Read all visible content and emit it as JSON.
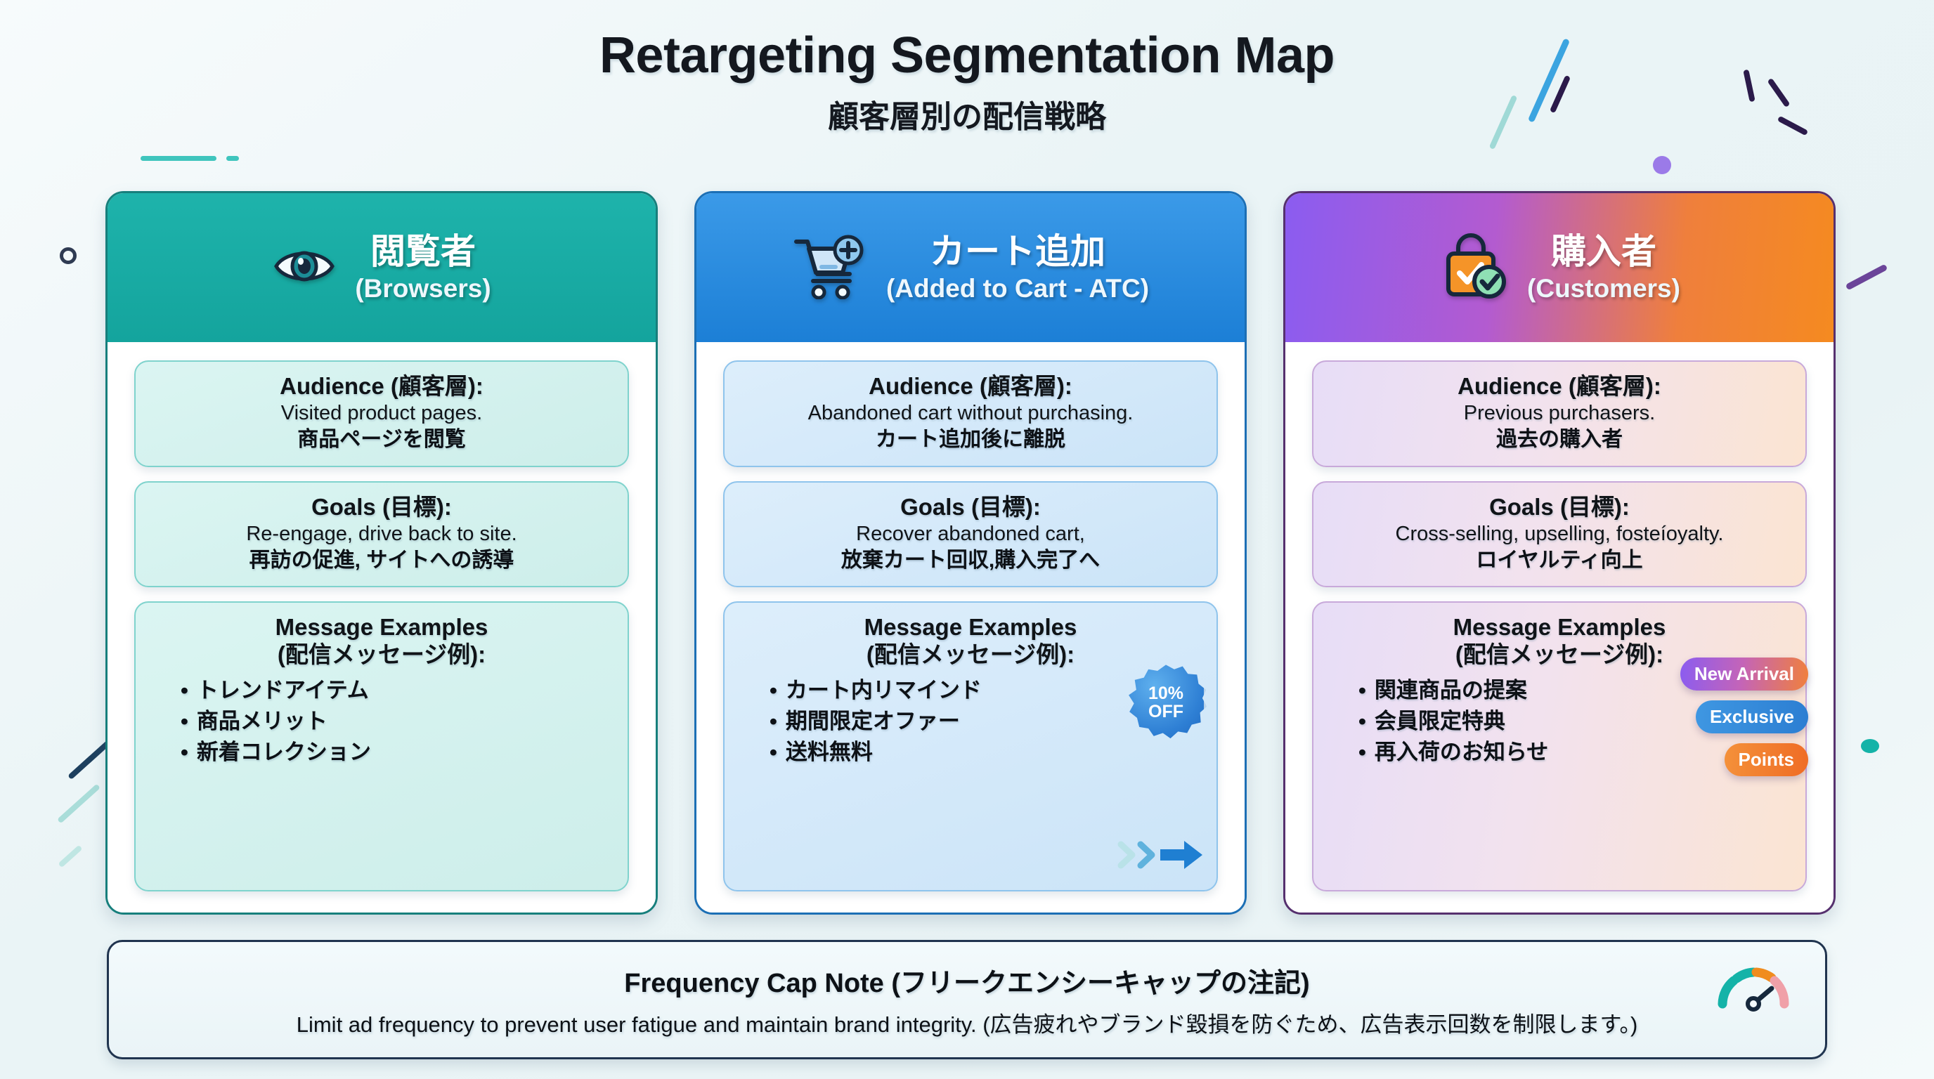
{
  "header": {
    "title": "Retargeting Segmentation Map",
    "subtitle": "顧客層別の配信戦略"
  },
  "columns": [
    {
      "icon": "eye-icon",
      "accent": "#14a49d",
      "title_jp": "閲覧者",
      "title_en": "(Browsers)",
      "boxes": [
        {
          "head": "Audience (顧客層):",
          "en": "Visited product pages.",
          "jp": "商品ページを閲覧"
        },
        {
          "head": "Goals (目標):",
          "en": "Re-engage, drive back to site.",
          "jp": "再訪の促進, サイトへの誘導"
        }
      ],
      "message": {
        "head": "Message Examples",
        "subhead": "(配信メッセージ例):",
        "items": [
          "トレンドアイテム",
          "商品メリット",
          "新着コレクション"
        ]
      }
    },
    {
      "icon": "cart-plus-icon",
      "accent": "#1c7fd6",
      "title_jp": "カート追加",
      "title_en": "(Added to Cart - ATC)",
      "boxes": [
        {
          "head": "Audience (顧客層):",
          "en": "Abandoned cart without purchasing.",
          "jp": "カート追加後に離脱"
        },
        {
          "head": "Goals (目標):",
          "en": "Recover abandoned cart,",
          "jp": "放棄カート回収,購入完了へ"
        }
      ],
      "message": {
        "head": "Message Examples",
        "subhead": "(配信メッセージ例):",
        "items": [
          "カート内リマインド",
          "期間限定オファー",
          "送料無料"
        ],
        "badge_line1": "10%",
        "badge_line2": "OFF"
      }
    },
    {
      "icon": "shopping-bag-check-icon",
      "accent": "#f58a20",
      "title_jp": "購入者",
      "title_en": "(Customers)",
      "boxes": [
        {
          "head": "Audience (顧客層):",
          "en": "Previous purchasers.",
          "jp": "過去の購入者"
        },
        {
          "head": "Goals (目標):",
          "en": "Cross-selling, upselling, fosteíoyalty.",
          "jp": "ロイヤルティ向上"
        }
      ],
      "message": {
        "head": "Message Examples",
        "subhead": "(配信メッセージ例):",
        "items": [
          "関連商品の提案",
          "会員限定特典",
          "再入荷のお知らせ"
        ],
        "tags": [
          "New Arrival",
          "Exclusive",
          "Points"
        ]
      }
    }
  ],
  "footer": {
    "title": "Frequency Cap Note (フリークエンシーキャップの注記)",
    "subtitle": "Limit ad frequency to prevent user fatigue and maintain brand integrity. (広告疲れやブランド毀損を防ぐため、広告表示回数を制限します。)",
    "icon": "speedometer-gauge-icon"
  }
}
